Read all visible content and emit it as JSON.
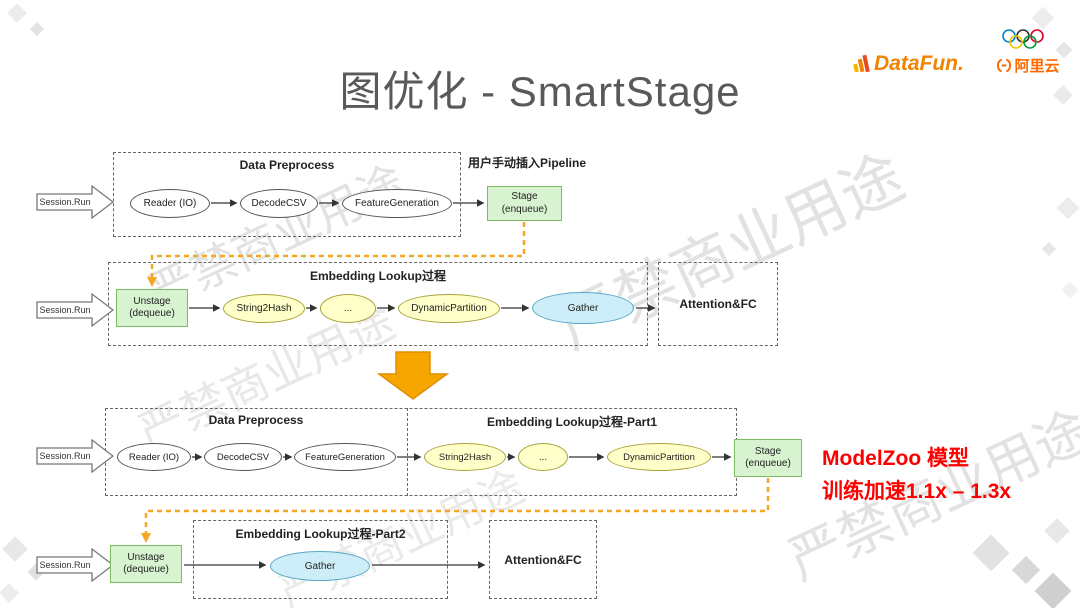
{
  "title": "图优化 - SmartStage",
  "watermark": "严禁商业用途",
  "logos": {
    "datafun": "DataFun.",
    "aliyun": "阿里云"
  },
  "session_label": "Session.Run",
  "colors": {
    "accent_orange": "#F5A623",
    "green_fill": "#D8F3D0",
    "yellow_fill": "#FFFFC9",
    "cyan_fill": "#CDEEF8",
    "red_text": "#FF0000"
  },
  "diagram1": {
    "box_label": "Data Preprocess",
    "pipeline_note": "用户手动插入Pipeline",
    "nodes": {
      "reader": "Reader (IO)",
      "decode": "DecodeCSV",
      "feature": "FeatureGeneration"
    },
    "stage": "Stage\n(enqueue)"
  },
  "diagram2": {
    "box_label": "Embedding Lookup过程",
    "unstage": "Unstage\n(dequeue)",
    "nodes": {
      "hash": "String2Hash",
      "dots": "...",
      "partition": "DynamicPartition",
      "gather": "Gather"
    },
    "attention": "Attention&FC"
  },
  "diagram3": {
    "left_label": "Data Preprocess",
    "right_label": "Embedding Lookup过程-Part1",
    "nodes": {
      "reader": "Reader (IO)",
      "decode": "DecodeCSV",
      "feature": "FeatureGeneration",
      "hash": "String2Hash",
      "dots": "...",
      "partition": "DynamicPartition"
    },
    "stage": "Stage\n(enqueue)"
  },
  "diagram4": {
    "box_label": "Embedding Lookup过程-Part2",
    "unstage": "Unstage\n(dequeue)",
    "gather": "Gather",
    "attention": "Attention&FC"
  },
  "note": {
    "line1": "ModelZoo 模型",
    "line2": "训练加速1.1x – 1.3x"
  }
}
